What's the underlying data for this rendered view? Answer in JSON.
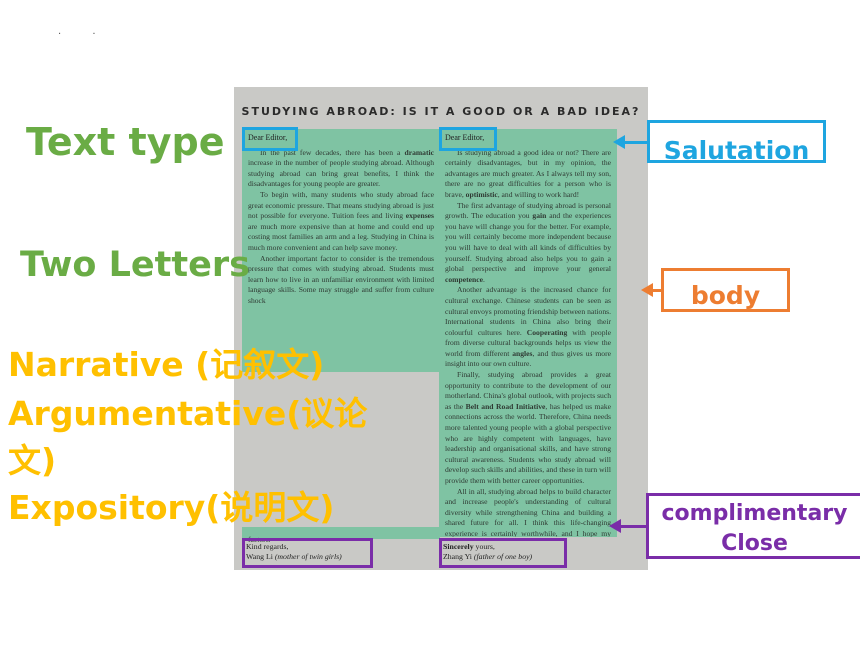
{
  "dots": ". .",
  "labels": {
    "text_type": "Text type",
    "two_letters": "Two Letters",
    "narrative": "Narrative (记叙文)",
    "argumentative_1": "Argumentative(议论",
    "argumentative_2": "文)",
    "expository": "Expository(说明文)"
  },
  "callouts": {
    "salutation": "Salutation",
    "body": "body",
    "close_line1": "complimentary",
    "close_line2": "Close"
  },
  "colors": {
    "green": "#6aac45",
    "yellow": "#ffc000",
    "blue": "#1ea5e0",
    "orange": "#ed7d31",
    "purple": "#7a2da8",
    "highlight": "#7fc3a3"
  },
  "scan": {
    "title": "STUDYING ABROAD: IS IT A GOOD OR A BAD IDEA?",
    "left": {
      "greeting": "Dear Editor,",
      "p1_a": "In the past few decades, there has been a ",
      "p1_bold": "dramatic",
      "p1_b": " increase in the number of people studying abroad. Although studying abroad can bring great benefits, I think the disadvantages for young people are greater.",
      "p2_a": "To begin with, many students who study abroad face great economic pressure. That means studying abroad is just not possible for everyone. Tuition fees and living ",
      "p2_bold": "expenses",
      "p2_b": " are much more expensive than at home and could end up costing most families an arm and a leg. Studying in China is much more convenient and can help save money.",
      "p3": "Another important factor to consider is the tremendous pressure that comes with studying abroad. Students must learn how to live in an unfamiliar environment with limited language skills. Some may struggle and suffer from culture shock",
      "tail": "factors.",
      "signoff": "Kind regards,",
      "signer": "Wang Li",
      "signer_note": "(mother of twin girls)"
    },
    "right": {
      "greeting": "Dear Editor,",
      "p1_a": "Is studying abroad a good idea or not? There are certainly disadvantages, but in my opinion, the advantages are much greater. As I always tell my son, there are no great difficulties for a person who is brave, ",
      "p1_bold": "optimistic",
      "p1_b": ", and willing to work hard!",
      "p2_a": "The first advantage of studying abroad is personal growth. The education you ",
      "p2_bold": "gain",
      "p2_b": " and the experiences you have will change you for the better. For example, you will certainly become more independent because you will have to deal with all kinds of difficulties by yourself. Studying abroad also helps you to gain a global perspective and improve your general ",
      "p2_bold2": "competence",
      "p2_c": ".",
      "p3_a": "Another advantage is the increased chance for cultural exchange. Chinese students can be seen as cultural envoys promoting friendship between nations. International students in China also bring their colourful cultures here. ",
      "p3_bold": "Cooperating",
      "p3_b": " with people from diverse cultural backgrounds helps us view the world from different ",
      "p3_bold2": "angles",
      "p3_c": ", and thus gives us more insight into our own culture.",
      "p4_a": "Finally, studying abroad provides a great opportunity to contribute to the development of our motherland. China's global outlook, with projects such as the ",
      "p4_bold": "Belt and Road Initiative",
      "p4_b": ", has helped us make connections across the world. Therefore, China needs more talented young people with a global perspective who are highly competent with languages, have leadership and organisational skills, and have strong cultural awareness. Students who study abroad will develop such skills and abilities, and these in turn will provide them with better career opportunities.",
      "p5": "All in all, studying abroad helps to build character and increase people's understanding of cultural diversity while strengthening China and building a shared future for all. I think this life-changing experience is certainly worthwhile, and I hope my child will study abroad in the future.",
      "signoff_bold": "Sincerely",
      "signoff_rest": " yours,",
      "signer": "Zhang Yi",
      "signer_note": "(father of one boy)"
    }
  }
}
